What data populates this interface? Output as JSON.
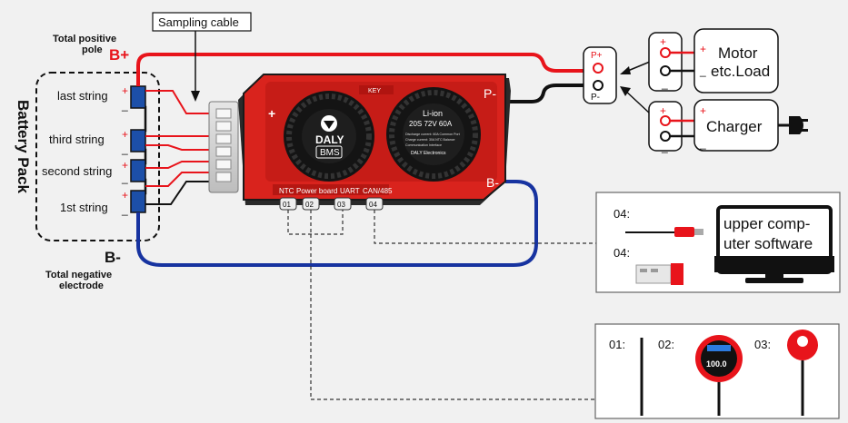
{
  "pack": {
    "vertical_label": "Battery Pack",
    "total_positive": [
      "Total positive",
      "pole"
    ],
    "b_plus": "B+",
    "b_minus": "B-",
    "total_negative": [
      "Total negative",
      "electrode"
    ],
    "strings": [
      {
        "label": "last string",
        "plus": "+",
        "minus": "_"
      },
      {
        "label": "third string",
        "plus": "+",
        "minus": "_"
      },
      {
        "label": "second string",
        "plus": "+",
        "minus": "_"
      },
      {
        "label": "1st string",
        "plus": "+",
        "minus": "_"
      }
    ]
  },
  "sampling_cable": "Sampling cable",
  "bms": {
    "key": "KEY",
    "plus": "+",
    "p_minus": "P-",
    "b_minus": "B-",
    "brand": "DALY",
    "bms_label": "BMS",
    "li_ion": "Li-ion",
    "spec": "20S 72V 60A",
    "small_lines": [
      "Discharge current: 60A   Common Port",
      "Charge current: 30A     NTC Balance",
      "Communication Interface"
    ],
    "maker": "DALY Electronics",
    "port_labels": [
      "NTC",
      "Power board",
      "UART",
      "CAN/485"
    ],
    "port_numbers": [
      "01",
      "02",
      "03",
      "04"
    ]
  },
  "junction": {
    "p_plus": "P+",
    "p_minus": "P-"
  },
  "motor": {
    "line1": "Motor",
    "line2": "etc.Load",
    "plus": "+",
    "minus": "_"
  },
  "charger": {
    "label": "Charger",
    "plus": "+",
    "minus": "_"
  },
  "upper_box": {
    "item1": "04:",
    "item2": "04:",
    "title_line1": "upper comp-",
    "title_line2": "uter software"
  },
  "bottom_box": {
    "item1": "01:",
    "item2": "02:",
    "item3": "03:",
    "display_value": "100.0"
  },
  "colors": {
    "red": "#e8141b",
    "blue": "#1733a0",
    "black": "#111111",
    "bms_red": "#d9231d"
  }
}
